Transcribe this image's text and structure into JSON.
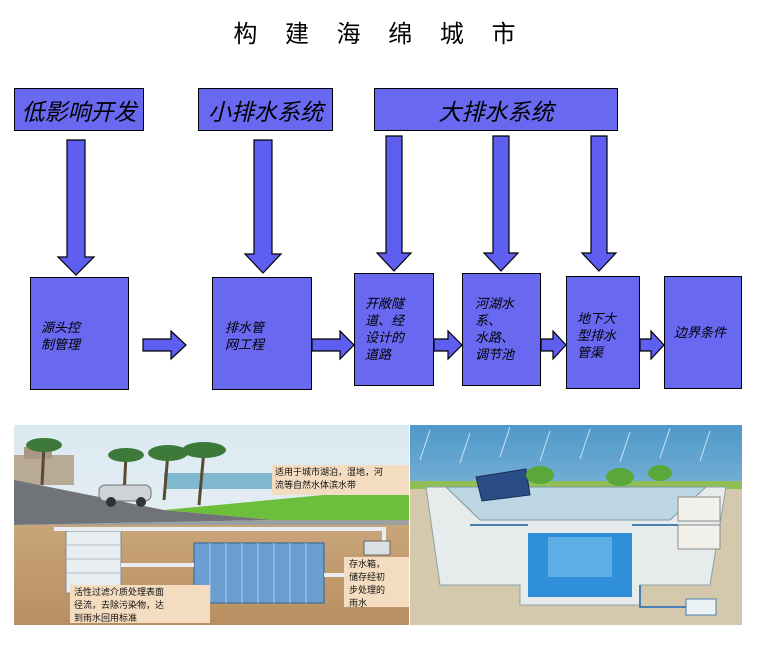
{
  "title": "构 建 海 绵 城 市",
  "headers": {
    "low_impact": "低影响开发",
    "minor_drainage": "小排水系统",
    "major_drainage": "大排水系统"
  },
  "boxes": {
    "source_control": "源头控\n制管理",
    "pipe_network": "排水管\n网工程",
    "open_tunnel_roads": "开敞隧\n道、经\n设计的\n道路",
    "rivers_lakes": "河湖水\n系、\n水路、\n调节池",
    "underground_channels": "地下大\n型排水\n管渠",
    "boundary": "边界条件"
  },
  "photo_left": {
    "note_wetland": "适用于城市湖泊，湿地，河\n流等自然水体滨水带",
    "note_storage": "存水箱，\n储存经初\n步处理的\n雨水",
    "note_filter": "活性过滤介质处理表面\n径流，去除污染物，达\n到雨水回用标准"
  },
  "colors": {
    "box_fill": "#6868f0",
    "arrow_fill": "#5e5ef0",
    "soil": "#c8a77a",
    "sky": "#cfe4ee",
    "water": "#2f8fd8"
  }
}
